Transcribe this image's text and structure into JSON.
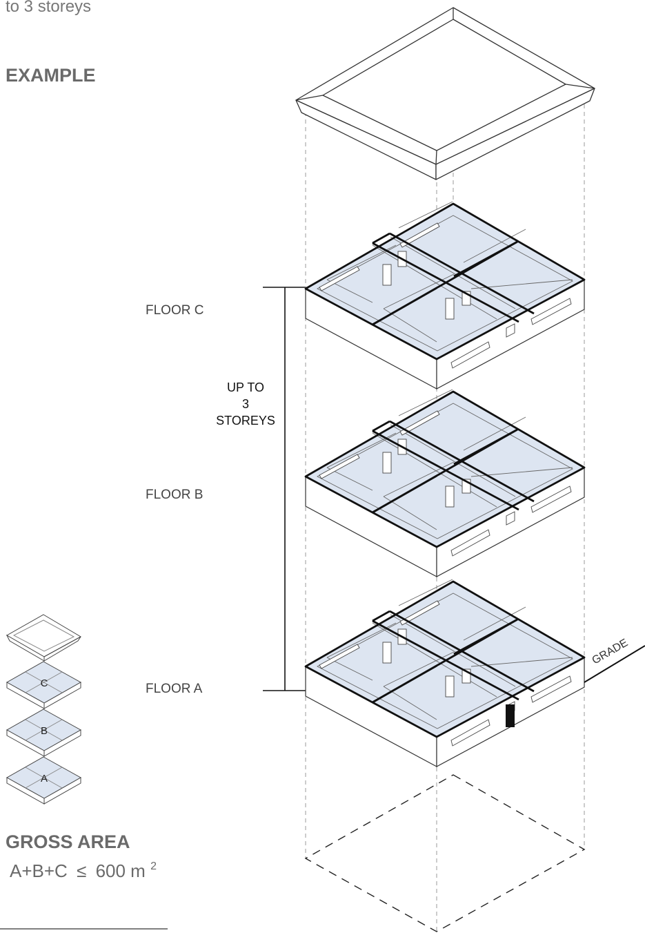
{
  "intro": {
    "text_fragment": "to 3 storeys"
  },
  "heading": {
    "example": "EXAMPLE"
  },
  "floors": {
    "c_label": "FLOOR C",
    "b_label": "FLOOR B",
    "a_label": "FLOOR A"
  },
  "height_marker": {
    "line1": "UP TO",
    "line2": "3",
    "line3": "STOREYS"
  },
  "grade_label": "GRADE",
  "legend": {
    "top": "",
    "c": "C",
    "b": "B",
    "a": "A"
  },
  "gross_area": {
    "title": "GROSS AREA",
    "formula": "A+B+C",
    "relation": "≤",
    "value": "600 m",
    "superscript": "2"
  },
  "colors": {
    "room_fill": "#dde5f1",
    "line": "#1a1a1a",
    "heading_text": "#6a6a6a"
  }
}
